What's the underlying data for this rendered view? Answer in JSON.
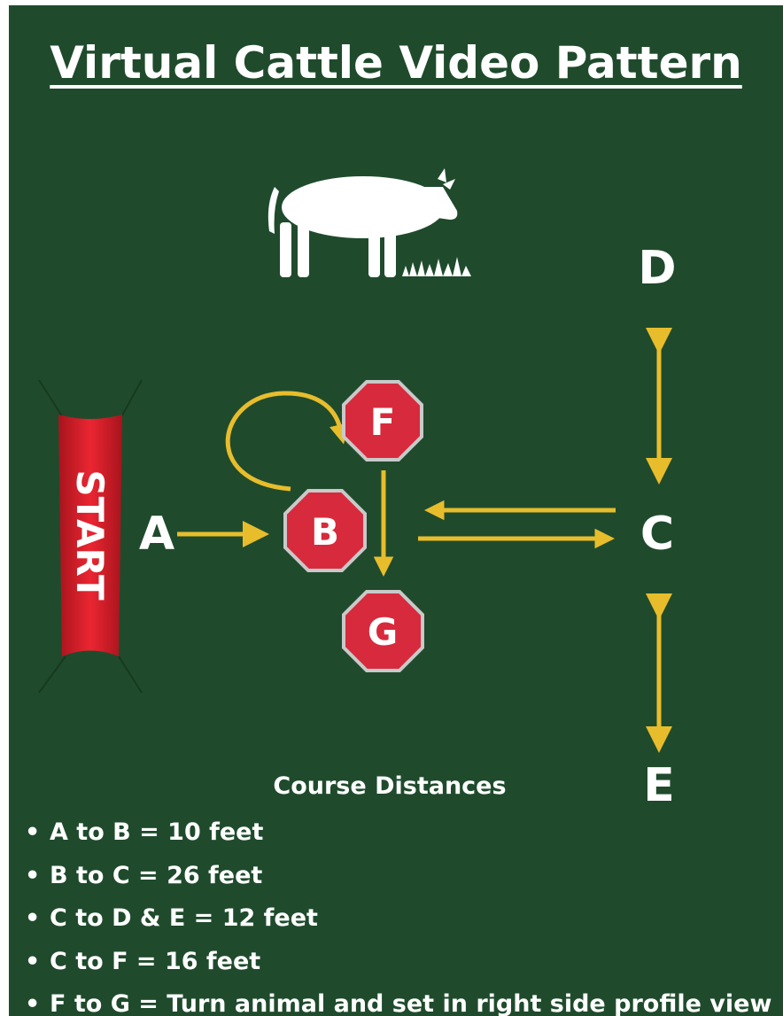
{
  "title": "Virtual Cattle Video Pattern",
  "diagram": {
    "start_banner": "START",
    "points": {
      "A": "A",
      "B": "B",
      "C": "C",
      "D": "D",
      "E": "E",
      "F": "F",
      "G": "G"
    },
    "colors": {
      "background": "#1f4b2c",
      "arrow": "#e8bd2c",
      "stop_sign": "#d72a3c",
      "stop_border": "#c9c9c9",
      "banner": "#d91e2a",
      "text": "#ffffff"
    },
    "icons": [
      "cow-icon",
      "grass-icon",
      "start-banner"
    ]
  },
  "distances": {
    "heading": "Course Distances",
    "items": [
      "A to B = 10 feet",
      "B to C = 26 feet",
      "C to D & E = 12 feet",
      "C to F = 16 feet",
      "F to G = Turn animal and set in  right side profile view"
    ]
  }
}
